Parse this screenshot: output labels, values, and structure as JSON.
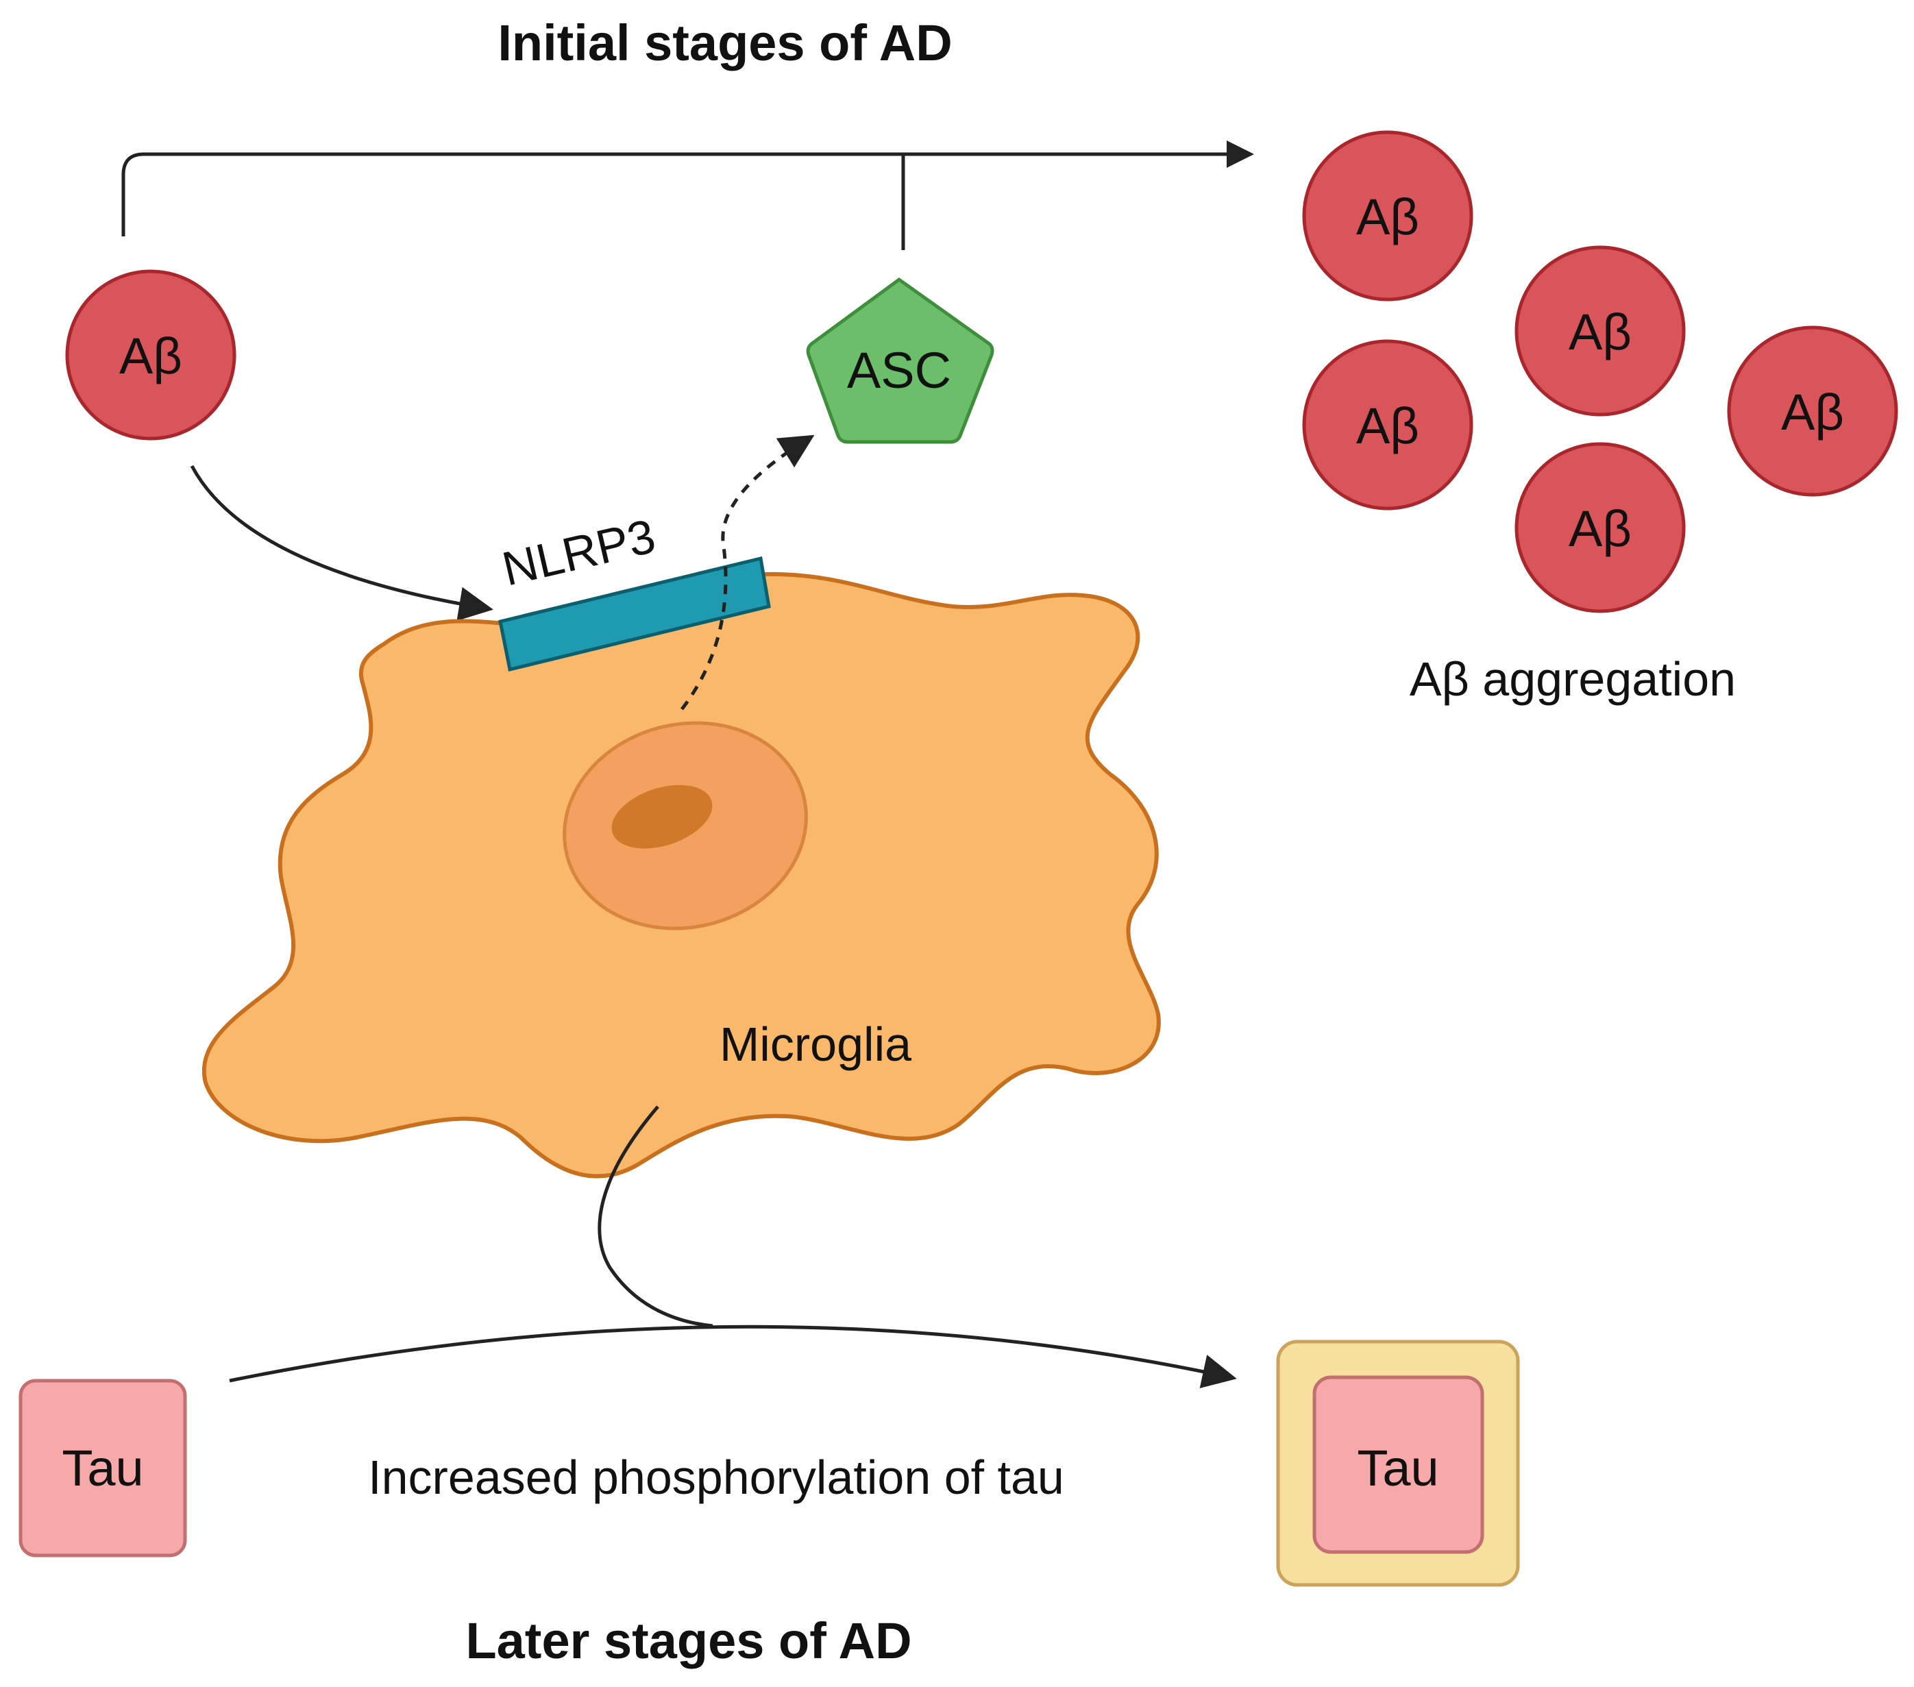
{
  "titles": {
    "initial": "Initial stages of AD",
    "later": "Later stages of AD"
  },
  "labels": {
    "ab": "Aβ",
    "asc": "ASC",
    "nlrp3": "NLRP3",
    "microglia": "Microglia",
    "ab_aggregation": "Aβ aggregation",
    "tau": "Tau",
    "tau_phospho_tau": "Tau",
    "tau_process": "Increased phosphorylation of tau"
  },
  "colors": {
    "ab_fill": "#d9555a",
    "ab_stroke": "#a8262c",
    "asc_fill": "#6cbf6a",
    "asc_stroke": "#3e8e3c",
    "nlrp3_fill": "#1e9bb0",
    "nlrp3_stroke": "#0c5f6d",
    "cell_fill": "#f9b86a",
    "cell_stroke": "#c8701e",
    "nucleus_fill": "#f2a15e",
    "nucleolus_fill": "#d1792a",
    "tau_fill": "#f7a8a8",
    "tau_stroke": "#c26f6f",
    "tau_outer_fill": "#f7df9e",
    "tau_outer_stroke": "#c9a45a"
  }
}
